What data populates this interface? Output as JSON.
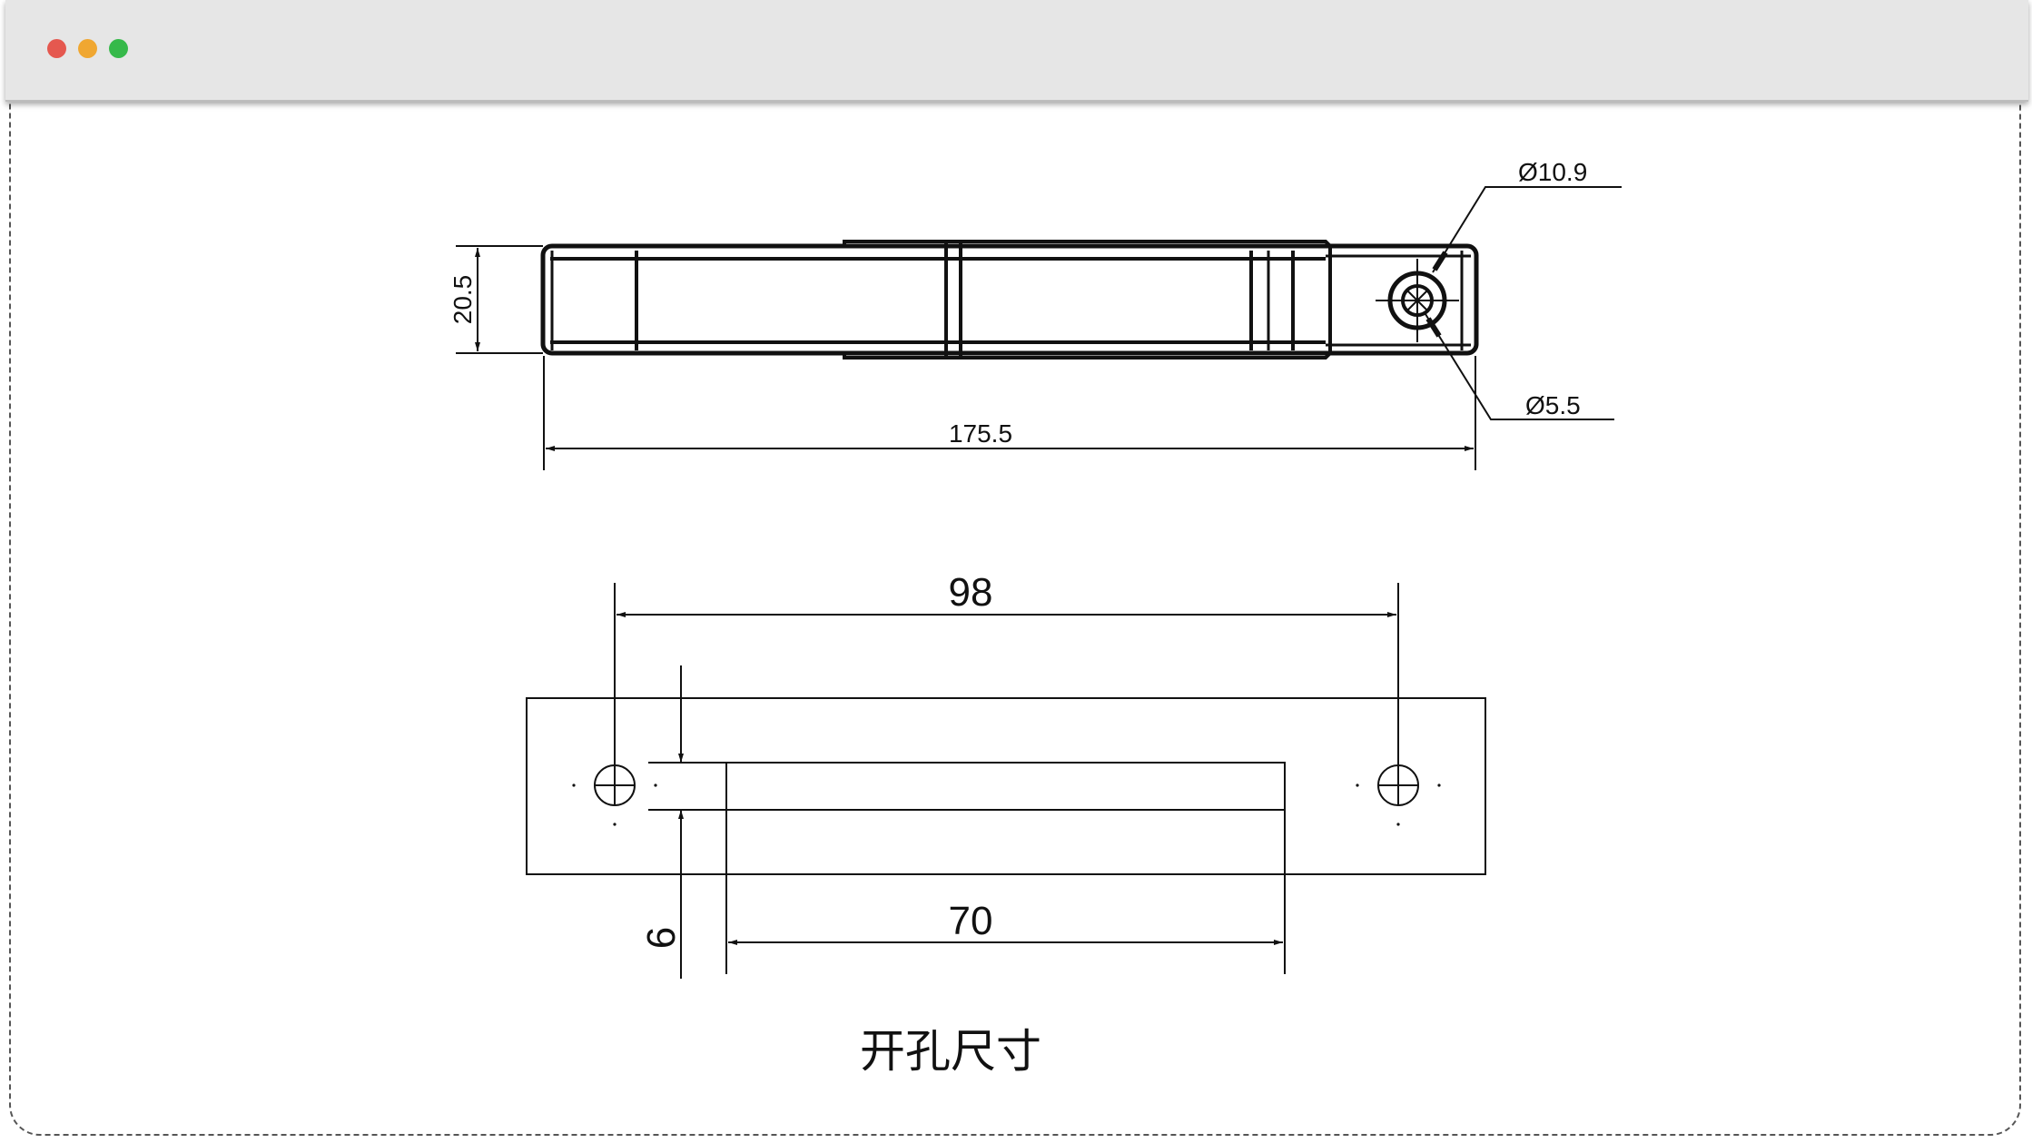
{
  "window": {
    "controls": [
      "close",
      "minimize",
      "zoom"
    ],
    "colors": {
      "close": "#e5584f",
      "minimize": "#f0a731",
      "zoom": "#36b94a"
    }
  },
  "drawing": {
    "top_view": {
      "height_dim": "20.5",
      "length_dim": "175.5",
      "outer_hole_dim": "Ø10.9",
      "inner_hole_dim": "Ø5.5"
    },
    "cutout_view": {
      "hole_spacing_dim": "98",
      "slot_length_dim": "70",
      "slot_width_dim": "6",
      "caption": "开孔尺寸"
    }
  },
  "colors": {
    "line": "#111111"
  }
}
